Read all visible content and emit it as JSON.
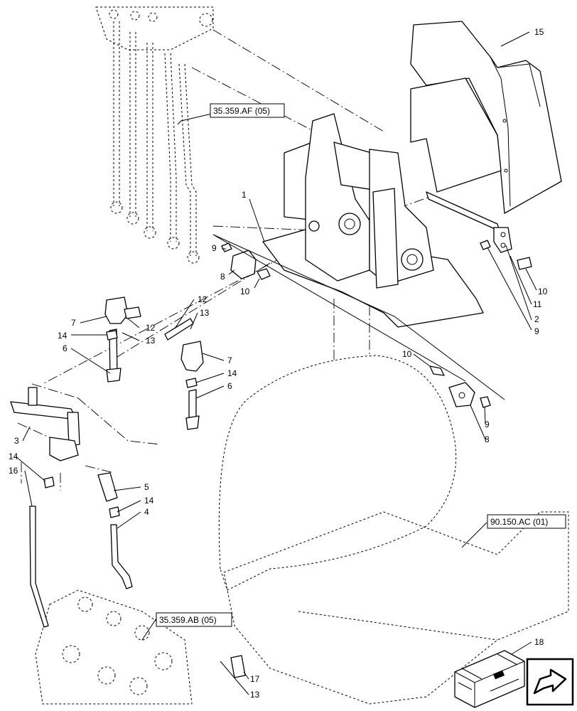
{
  "callouts": {
    "c1": "1",
    "c2": "2",
    "c3": "3",
    "c4": "4",
    "c5": "5",
    "c6a": "6",
    "c6b": "6",
    "c7a": "7",
    "c7b": "7",
    "c8a": "8",
    "c8b": "8",
    "c9a": "9",
    "c9b": "9",
    "c9c": "9",
    "c10a": "10",
    "c10b": "10",
    "c10c": "10",
    "c11": "11",
    "c12a": "12",
    "c12b": "12",
    "c13a": "13",
    "c13b": "13",
    "c13c": "13",
    "c14a": "14",
    "c14b": "14",
    "c14c": "14",
    "c14d": "14",
    "c15": "15",
    "c16": "16",
    "c17": "17",
    "c18": "18"
  },
  "references": {
    "ref_af": "35.359.AF (05)",
    "ref_ac": "90.150.AC (01)",
    "ref_ab": "35.359.AB (05)"
  },
  "icons": {
    "kit_box": "kit-crate-icon",
    "next_page": "arrow-next-icon"
  }
}
